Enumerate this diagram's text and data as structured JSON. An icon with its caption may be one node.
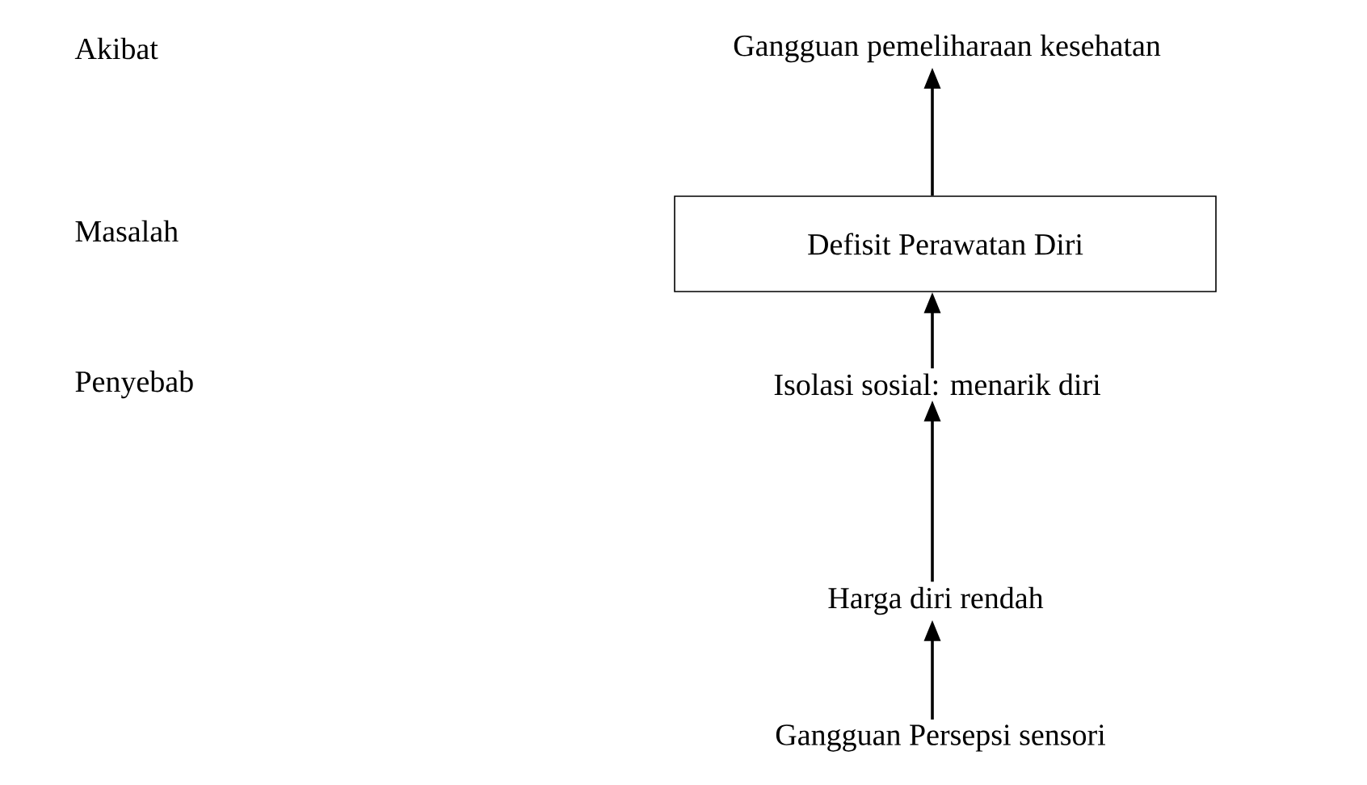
{
  "diagram": {
    "nodes": [
      {
        "text": [
          "Gangguan pemeliharaan kesehatan"
        ]
      },
      {
        "text": [
          "Defisit Perawatan Diri"
        ]
      },
      {
        "text": [
          "Isolasi sosial: menarik diri"
        ]
      },
      {
        "text": [
          "Harga diri rendah"
        ]
      },
      {
        "text": [
          "Gangguan Persepsi sensori"
        ]
      }
    ],
    "edges": [
      {
        "from": 1,
        "to": 0,
        "arrow": "to"
      },
      {
        "from": 2,
        "to": 1,
        "arrow": "to"
      },
      {
        "from": 3,
        "to": 2,
        "arrow": "to"
      },
      {
        "from": 4,
        "to": 3,
        "arrow": "to"
      }
    ],
    "labels": [
      "Akibat",
      "Masalah",
      "Penyebab"
    ]
  }
}
